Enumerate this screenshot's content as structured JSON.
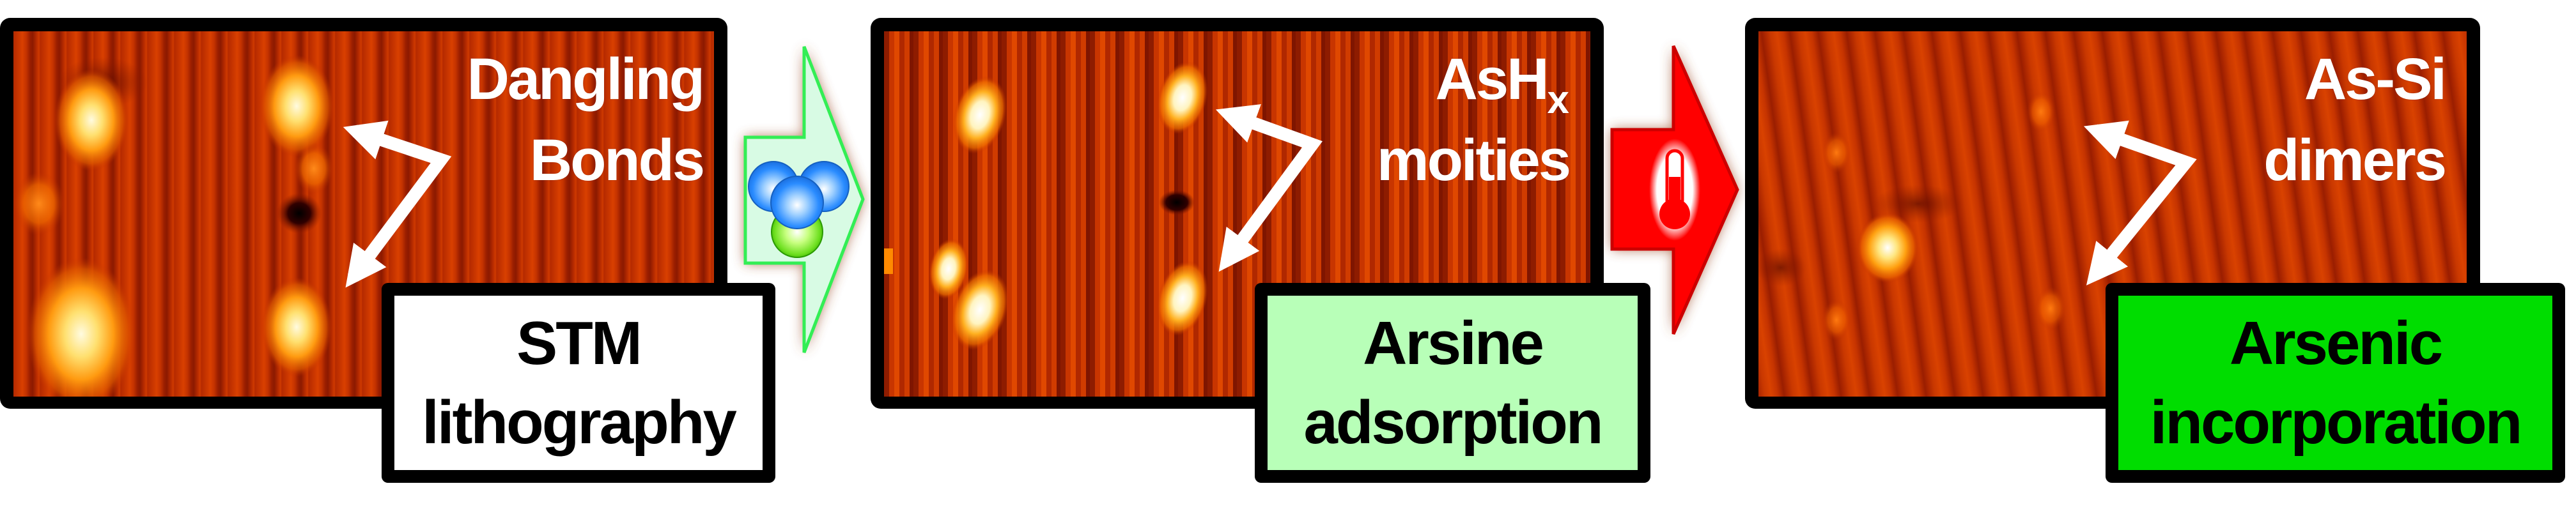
{
  "figure": {
    "description": "Three-step STM image sequence showing arsenic incorporation into silicon",
    "colors": {
      "frame": "#000000",
      "callout_arrow": "#ffffff",
      "step1_box": "#ffffff",
      "step2_box": "#b8ffb8",
      "step3_box": "#00dd00",
      "arrow1_fill": "#d8fbe4",
      "arrow1_stroke": "#33ee55",
      "arrow2_fill": "#ff0000",
      "arrow2_stroke": "#cc0000",
      "arrow_glow": "#a0522d"
    }
  },
  "panels": [
    {
      "id": "panel-1",
      "overlay_lines": [
        "Dangling",
        "Bonds"
      ],
      "label_lines": [
        "STM",
        "lithography"
      ],
      "label_color": "#ffffff"
    },
    {
      "id": "panel-2",
      "overlay_main": "AsH",
      "overlay_sub": "x",
      "overlay_line2": "moities",
      "label_lines": [
        "Arsine",
        "adsorption"
      ],
      "label_color": "#b8ffb8"
    },
    {
      "id": "panel-3",
      "overlay_lines": [
        "As-Si",
        "dimers"
      ],
      "label_lines": [
        "Arsenic",
        "incorporation"
      ],
      "label_color": "#00dd00"
    }
  ],
  "transitions": [
    {
      "id": "arrow-1",
      "icon": "arsine-molecule-icon",
      "meaning": "arsine dosing"
    },
    {
      "id": "arrow-2",
      "icon": "thermometer-icon",
      "meaning": "anneal / heating"
    }
  ]
}
